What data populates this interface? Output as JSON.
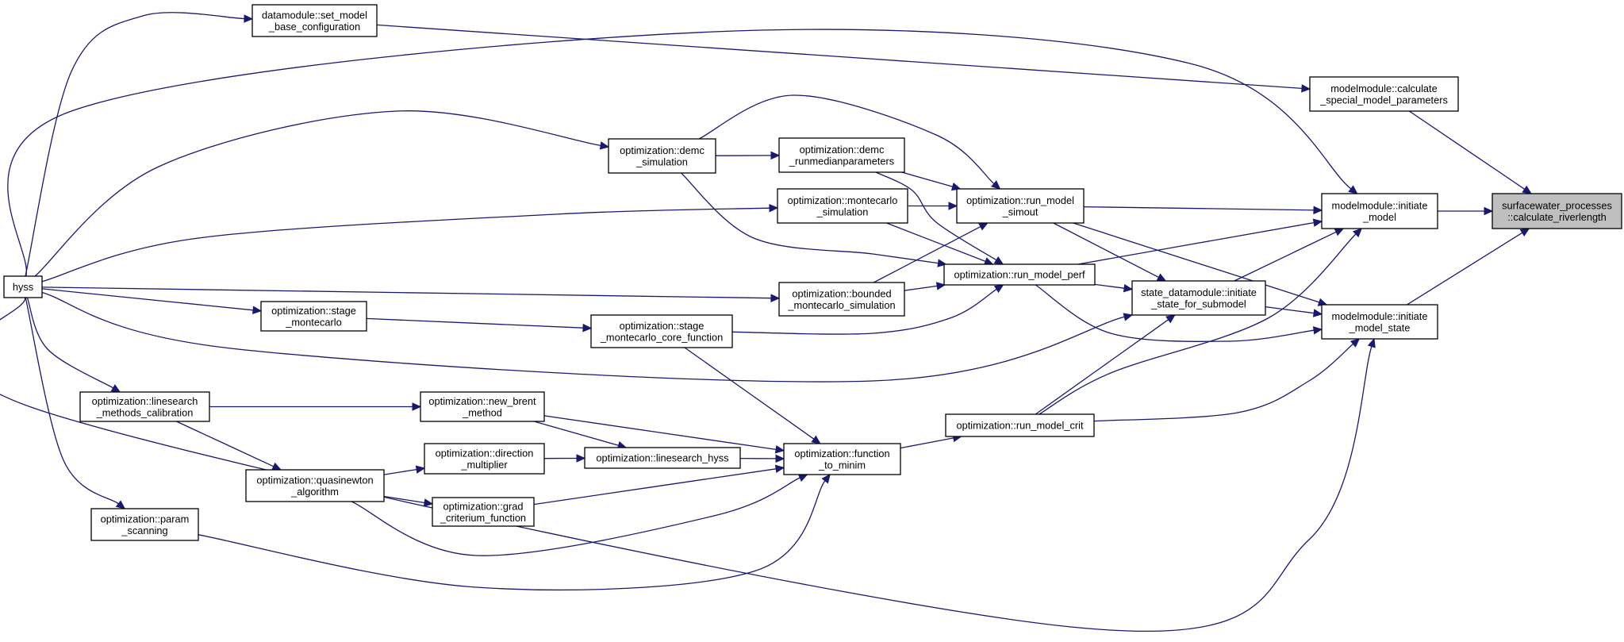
{
  "graph": {
    "kind": "doxygen-caller-graph",
    "colors": {
      "edge": "#191970",
      "node_border": "#000000",
      "highlight_fill": "#bfbfbf"
    },
    "nodes": [
      {
        "id": "target",
        "lines": [
          "surfacewater_processes",
          "::calculate_riverlength"
        ],
        "highlight": true
      },
      {
        "id": "calc_special",
        "lines": [
          "modelmodule::calculate",
          "_special_model_parameters"
        ]
      },
      {
        "id": "initiate_model",
        "lines": [
          "modelmodule::initiate",
          "_model"
        ]
      },
      {
        "id": "initiate_model_state",
        "lines": [
          "modelmodule::initiate",
          "_model_state"
        ]
      },
      {
        "id": "set_model_base",
        "lines": [
          "datamodule::set_model",
          "_base_configuration"
        ]
      },
      {
        "id": "hyss",
        "lines": [
          "hyss"
        ]
      },
      {
        "id": "demc_sim",
        "lines": [
          "optimization::demc",
          "_simulation"
        ]
      },
      {
        "id": "demc_runmedian",
        "lines": [
          "optimization::demc",
          "_runmedianparameters"
        ]
      },
      {
        "id": "run_model_simout",
        "lines": [
          "optimization::run_model",
          "_simout"
        ]
      },
      {
        "id": "montecarlo_sim",
        "lines": [
          "optimization::montecarlo",
          "_simulation"
        ]
      },
      {
        "id": "bounded_mc",
        "lines": [
          "optimization::bounded",
          "_montecarlo_simulation"
        ]
      },
      {
        "id": "run_model_perf",
        "lines": [
          "optimization::run_model_perf"
        ]
      },
      {
        "id": "state_dm_initiate",
        "lines": [
          "state_datamodule::initiate",
          "_state_for_submodel"
        ]
      },
      {
        "id": "stage_mc",
        "lines": [
          "optimization::stage",
          "_montecarlo"
        ]
      },
      {
        "id": "stage_mc_core",
        "lines": [
          "optimization::stage",
          "_montecarlo_core_function"
        ]
      },
      {
        "id": "ls_methods_calib",
        "lines": [
          "optimization::linesearch",
          "_methods_calibration"
        ]
      },
      {
        "id": "new_brent",
        "lines": [
          "optimization::new_brent",
          "_method"
        ]
      },
      {
        "id": "run_model_crit",
        "lines": [
          "optimization::run_model_crit"
        ]
      },
      {
        "id": "direction_mult",
        "lines": [
          "optimization::direction",
          "_multiplier"
        ]
      },
      {
        "id": "ls_hyss",
        "lines": [
          "optimization::linesearch_hyss"
        ]
      },
      {
        "id": "function_to_minim",
        "lines": [
          "optimization::function",
          "_to_minim"
        ]
      },
      {
        "id": "quasinewton",
        "lines": [
          "optimization::quasinewton",
          "_algorithm"
        ]
      },
      {
        "id": "grad_crit",
        "lines": [
          "optimization::grad",
          "_criterium_function"
        ]
      },
      {
        "id": "param_scanning",
        "lines": [
          "optimization::param",
          "_scanning"
        ]
      }
    ],
    "edges": [
      {
        "from": "calc_special",
        "to": "target"
      },
      {
        "from": "initiate_model",
        "to": "target"
      },
      {
        "from": "initiate_model_state",
        "to": "target"
      },
      {
        "from": "set_model_base",
        "to": "calc_special"
      },
      {
        "from": "hyss",
        "to": "set_model_base"
      },
      {
        "from": "hyss",
        "to": "initiate_model"
      },
      {
        "from": "run_model_simout",
        "to": "initiate_model"
      },
      {
        "from": "run_model_perf",
        "to": "initiate_model"
      },
      {
        "from": "state_dm_initiate",
        "to": "initiate_model"
      },
      {
        "from": "run_model_crit",
        "to": "initiate_model"
      },
      {
        "from": "run_model_simout",
        "to": "initiate_model_state"
      },
      {
        "from": "run_model_perf",
        "to": "initiate_model_state"
      },
      {
        "from": "state_dm_initiate",
        "to": "initiate_model_state"
      },
      {
        "from": "run_model_crit",
        "to": "initiate_model_state"
      },
      {
        "from": "hyss",
        "to": "initiate_model_state"
      },
      {
        "from": "hyss",
        "to": "demc_sim"
      },
      {
        "from": "demc_sim",
        "to": "demc_runmedian"
      },
      {
        "from": "demc_sim",
        "to": "run_model_simout"
      },
      {
        "from": "demc_sim",
        "to": "run_model_perf"
      },
      {
        "from": "demc_runmedian",
        "to": "run_model_simout"
      },
      {
        "from": "demc_runmedian",
        "to": "run_model_perf"
      },
      {
        "from": "hyss",
        "to": "montecarlo_sim"
      },
      {
        "from": "montecarlo_sim",
        "to": "run_model_simout"
      },
      {
        "from": "montecarlo_sim",
        "to": "run_model_perf"
      },
      {
        "from": "hyss",
        "to": "bounded_mc"
      },
      {
        "from": "bounded_mc",
        "to": "run_model_simout"
      },
      {
        "from": "bounded_mc",
        "to": "run_model_perf"
      },
      {
        "from": "run_model_simout",
        "to": "state_dm_initiate"
      },
      {
        "from": "run_model_perf",
        "to": "state_dm_initiate"
      },
      {
        "from": "run_model_crit",
        "to": "state_dm_initiate"
      },
      {
        "from": "hyss",
        "to": "state_dm_initiate"
      },
      {
        "from": "hyss",
        "to": "stage_mc"
      },
      {
        "from": "stage_mc",
        "to": "stage_mc_core"
      },
      {
        "from": "stage_mc_core",
        "to": "run_model_perf"
      },
      {
        "from": "stage_mc_core",
        "to": "function_to_minim"
      },
      {
        "from": "hyss",
        "to": "ls_methods_calib"
      },
      {
        "from": "ls_methods_calib",
        "to": "new_brent"
      },
      {
        "from": "ls_methods_calib",
        "to": "quasinewton"
      },
      {
        "from": "new_brent",
        "to": "ls_hyss"
      },
      {
        "from": "new_brent",
        "to": "function_to_minim"
      },
      {
        "from": "quasinewton",
        "to": "direction_mult"
      },
      {
        "from": "quasinewton",
        "to": "grad_crit"
      },
      {
        "from": "quasinewton",
        "to": "function_to_minim"
      },
      {
        "from": "direction_mult",
        "to": "ls_hyss"
      },
      {
        "from": "ls_hyss",
        "to": "function_to_minim"
      },
      {
        "from": "grad_crit",
        "to": "function_to_minim"
      },
      {
        "from": "hyss",
        "to": "param_scanning"
      },
      {
        "from": "param_scanning",
        "to": "function_to_minim"
      },
      {
        "from": "function_to_minim",
        "to": "run_model_crit"
      }
    ]
  }
}
